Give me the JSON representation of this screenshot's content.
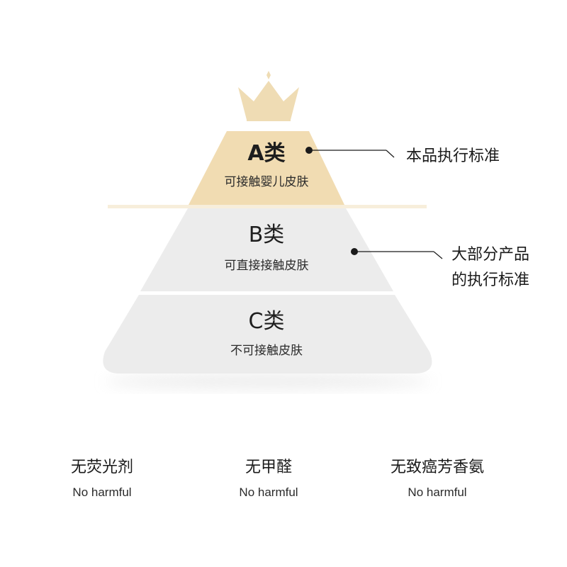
{
  "pyramid": {
    "tiers": [
      {
        "title": "A类",
        "subtitle": "可接触婴儿皮肤",
        "color": "#f1dcb2"
      },
      {
        "title": "B类",
        "subtitle": "可直接接触皮肤",
        "color": "#ececec"
      },
      {
        "title": "C类",
        "subtitle": "不可接触皮肤",
        "color": "#ececec"
      }
    ],
    "crown_color": "#efdcb4"
  },
  "callouts": [
    {
      "text": "本品执行标准"
    },
    {
      "line1": "大部分产品",
      "line2": "的执行标准"
    }
  ],
  "features": [
    {
      "cn": "无荧光剂",
      "en": "No harmful"
    },
    {
      "cn": "无甲醛",
      "en": "No harmful"
    },
    {
      "cn": "无致癌芳香氨",
      "en": "No harmful"
    }
  ]
}
